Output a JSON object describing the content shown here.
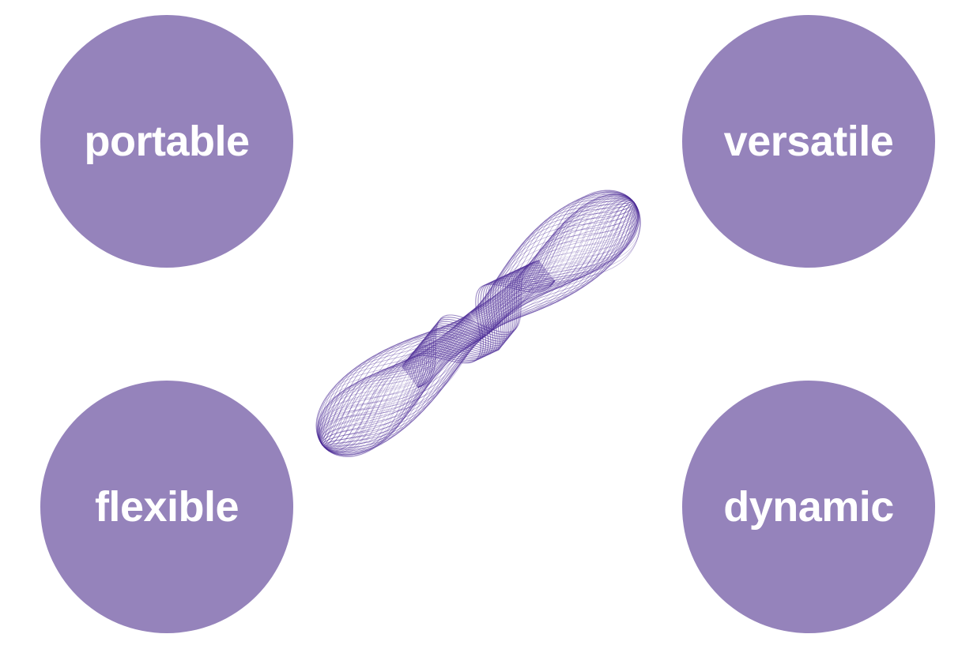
{
  "colors": {
    "circle_fill": "#9583bb",
    "label_text": "#ffffff",
    "ribbon_color": "#4b2a96",
    "background": "#ffffff"
  },
  "bubbles": {
    "top_left": {
      "label": "portable"
    },
    "top_right": {
      "label": "versatile"
    },
    "bottom_left": {
      "label": "flexible"
    },
    "bottom_right": {
      "label": "dynamic"
    }
  },
  "graphic": {
    "icon": "twisted-ribbon-wave"
  }
}
